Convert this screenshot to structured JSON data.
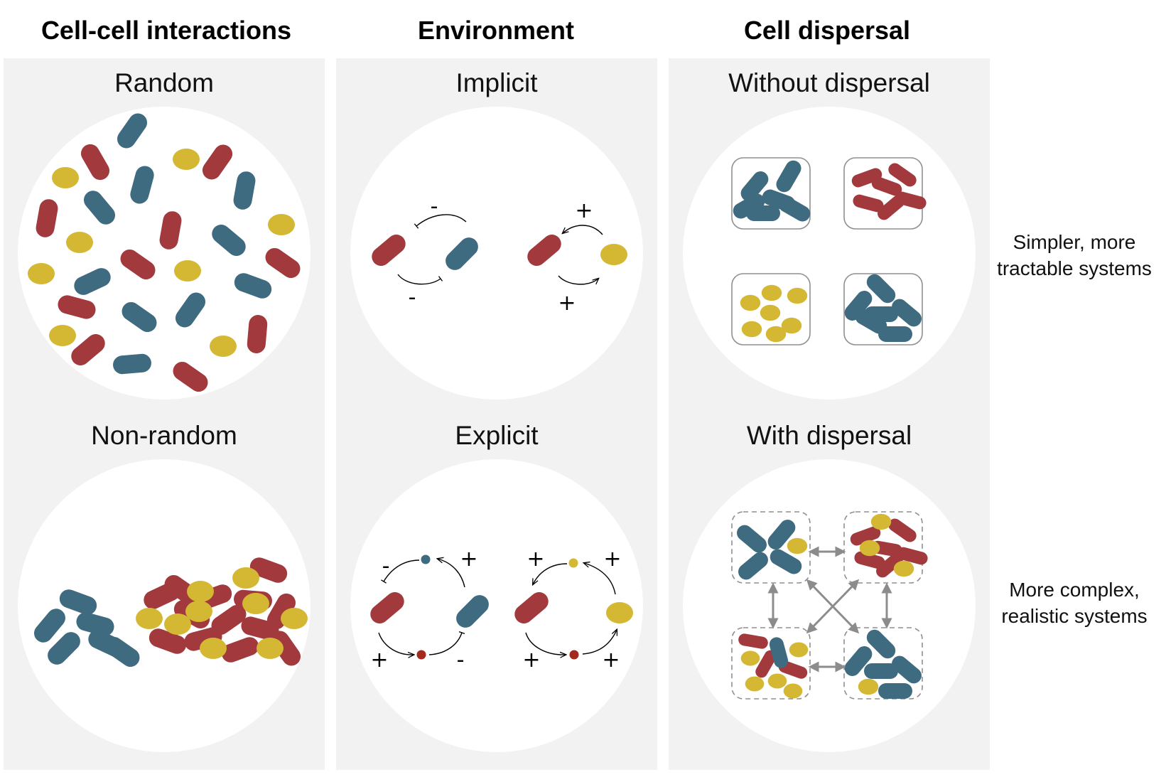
{
  "columns": [
    {
      "title": "Cell-cell interactions",
      "top": "Random",
      "bottom": "Non-random"
    },
    {
      "title": "Environment",
      "top": "Implicit",
      "bottom": "Explicit"
    },
    {
      "title": "Cell dispersal",
      "top": "Without dispersal",
      "bottom": "With dispersal"
    }
  ],
  "side": {
    "simple_l1": "Simpler, more",
    "simple_l2": "tractable systems",
    "complex_l1": "More complex,",
    "complex_l2": "realistic systems"
  },
  "signs": {
    "plus": "+",
    "minus": "-"
  },
  "colors": {
    "blue": "#3f6b80",
    "red": "#a1393d",
    "yellow": "#d4b834",
    "arrow_gray": "#8c8c8c"
  }
}
